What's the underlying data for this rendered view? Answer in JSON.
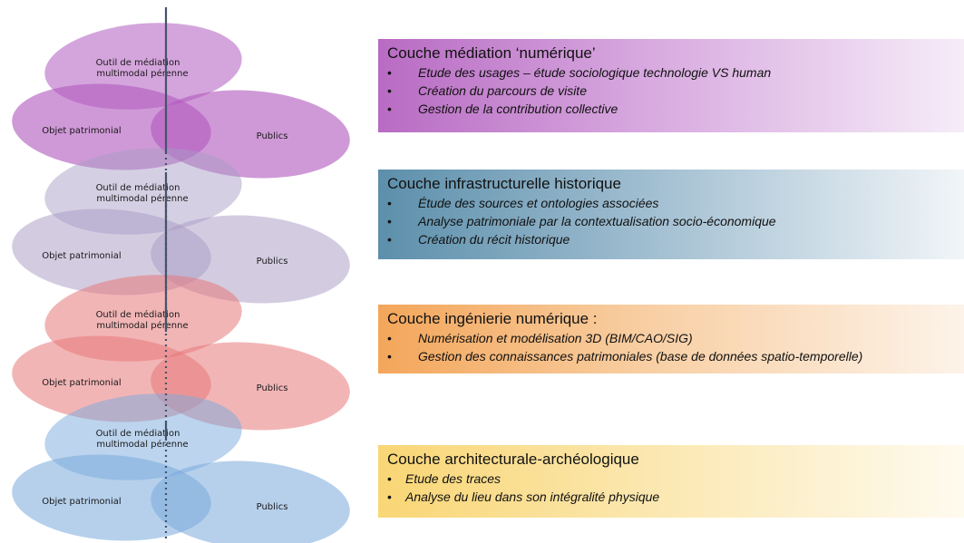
{
  "diagram": {
    "ellipse_labels": {
      "outil_line1": "Outil de médiation",
      "outil_line2": "multimodal pérenne",
      "objet": "Objet patrimonial",
      "publics": "Publics"
    },
    "colors": {
      "mediation": "#b15bbf",
      "infrastructure": "#a89ac4",
      "ingenierie": "#e8787a",
      "architecture": "#7aa9dd",
      "axis": "#44546a"
    }
  },
  "layers": {
    "mediation": {
      "title": "Couche médiation ‘numérique’",
      "items": [
        "Etude des usages – étude sociologique technologie VS human",
        "Création du parcours de visite",
        "Gestion de la contribution collective"
      ]
    },
    "infrastructure": {
      "title": "Couche infrastructurelle historique",
      "items": [
        "Étude des sources et ontologies associées",
        "Analyse patrimoniale par la contextualisation socio-économique",
        "Création du récit historique"
      ]
    },
    "ingenierie": {
      "title": "Couche ingénierie numérique :",
      "items": [
        "Numérisation et modélisation 3D (BIM/CAO/SIG)",
        "Gestion des connaissances patrimoniales (base de données spatio-temporelle)"
      ]
    },
    "architecture": {
      "title": "Couche architecturale-archéologique",
      "items": [
        "Etude des traces",
        "Analyse du lieu dans son intégralité physique"
      ]
    }
  }
}
